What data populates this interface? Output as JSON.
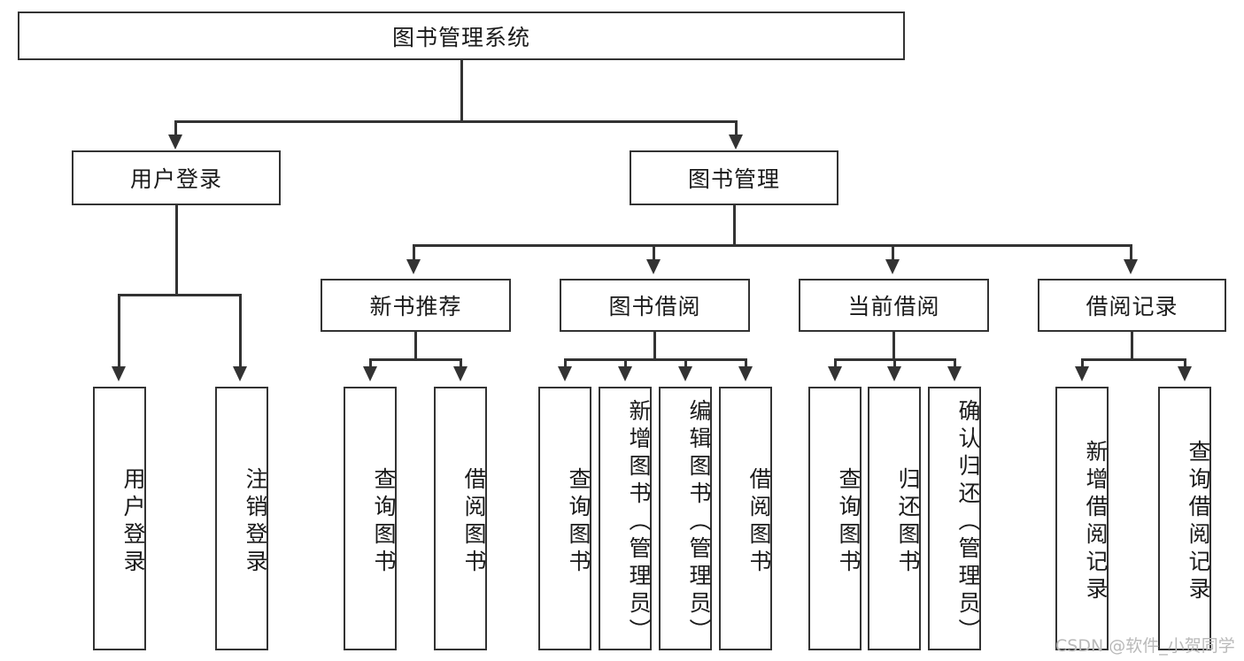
{
  "diagram": {
    "type": "tree-hierarchy-chart",
    "title": "图书管理系统",
    "root": {
      "id": "root",
      "label": "图书管理系统",
      "level": 1
    },
    "level2": [
      {
        "id": "user-login",
        "label": "用户登录"
      },
      {
        "id": "book-management",
        "label": "图书管理"
      }
    ],
    "level3": [
      {
        "id": "new-book-recommend",
        "label": "新书推荐",
        "parent": "book-management"
      },
      {
        "id": "book-borrow",
        "label": "图书借阅",
        "parent": "book-management"
      },
      {
        "id": "current-borrow",
        "label": "当前借阅",
        "parent": "book-management"
      },
      {
        "id": "borrow-record",
        "label": "借阅记录",
        "parent": "book-management"
      }
    ],
    "leaves": {
      "user_login": [
        {
          "id": "leaf-user-login",
          "label": "用户登录"
        },
        {
          "id": "leaf-logout-login",
          "label": "注销登录"
        }
      ],
      "new_book_recommend": [
        {
          "id": "leaf-query-book-1",
          "label": "查询图书"
        },
        {
          "id": "leaf-borrow-book-1",
          "label": "借阅图书"
        }
      ],
      "book_borrow": [
        {
          "id": "leaf-query-book-2",
          "label": "查询图书"
        },
        {
          "id": "leaf-add-book",
          "label": "新增图书（管理员）"
        },
        {
          "id": "leaf-edit-book",
          "label": "编辑图书（管理员）"
        },
        {
          "id": "leaf-borrow-book-2",
          "label": "借阅图书"
        }
      ],
      "current_borrow": [
        {
          "id": "leaf-query-book-3",
          "label": "查询图书"
        },
        {
          "id": "leaf-return-book",
          "label": "归还图书"
        },
        {
          "id": "leaf-confirm-return",
          "label": "确认归还（管理员）"
        }
      ],
      "borrow_record": [
        {
          "id": "leaf-add-record",
          "label": "新增借阅记录"
        },
        {
          "id": "leaf-query-record",
          "label": "查询借阅记录"
        }
      ]
    }
  },
  "watermark": {
    "text": "CSDN @软件_小贺同学"
  },
  "colors": {
    "stroke": "#333333",
    "fill": "#ffffff",
    "text": "#1a1a1a",
    "watermark": "#b9b9b9"
  }
}
